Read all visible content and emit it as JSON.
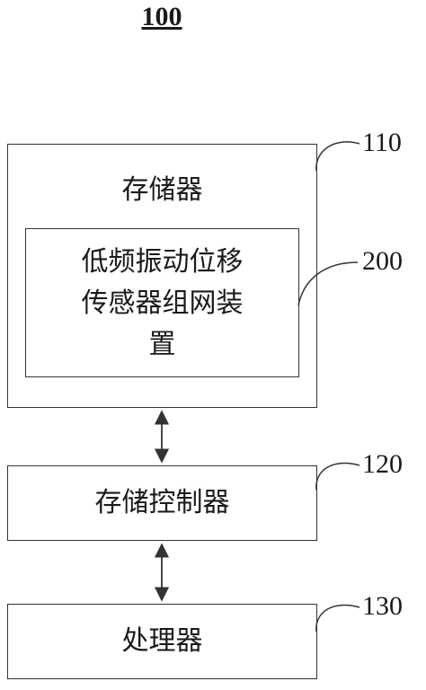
{
  "figure": {
    "number": "100"
  },
  "blocks": {
    "memory": {
      "label": "存储器",
      "ref": "110"
    },
    "device": {
      "line1": "低频振动位移",
      "line2": "传感器组网装",
      "line3": "置",
      "ref": "200"
    },
    "controller": {
      "label": "存储控制器",
      "ref": "120"
    },
    "processor": {
      "label": "处理器",
      "ref": "130"
    }
  },
  "colors": {
    "stroke": "#333333",
    "text": "#1a1a1a"
  }
}
